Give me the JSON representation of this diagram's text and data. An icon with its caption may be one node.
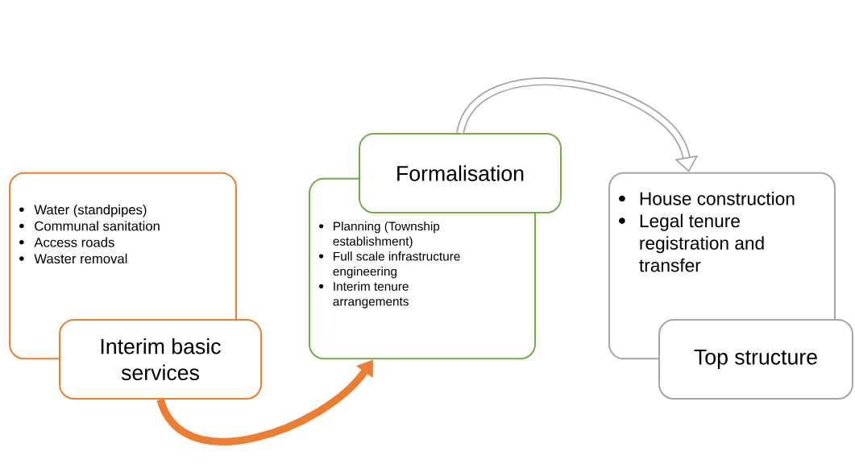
{
  "diagram": {
    "nodes": [
      {
        "text": [
          "Water  (standpipes)",
          "Communal sanitation",
          "Access roads",
          "Waster removal"
        ]
      },
      {
        "text": [
          "Interim basic services"
        ]
      },
      {
        "text": [
          "Planning (Township establishment)",
          "Full scale infrastructure engineering",
          "Interim tenure arrangements"
        ]
      },
      {
        "text": [
          "Formalisation"
        ]
      },
      {
        "text": [
          "House construction",
          "Legal tenure registration and transfer"
        ]
      },
      {
        "text": [
          "Top structure"
        ]
      }
    ],
    "edges": [
      {
        "from": 1,
        "to": 2,
        "arrow": "to",
        "color": "#ed7d31"
      },
      {
        "from": 3,
        "to": 4,
        "arrow": "to",
        "color": "#a5a5a5"
      }
    ]
  }
}
